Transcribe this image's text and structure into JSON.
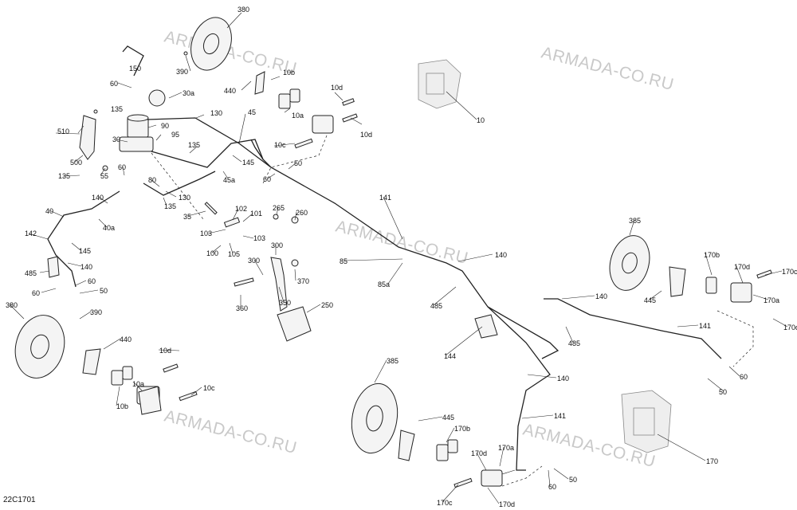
{
  "diagram_code": "22C1701",
  "watermark": "ARMADA-CO.RU",
  "callouts": {
    "c380a": "380",
    "c150": "150",
    "c390a": "390",
    "c60a": "60",
    "c440a": "440",
    "c10b_top": "10b",
    "c30a": "30a",
    "c10d_top1": "10d",
    "c10": "10",
    "c135a": "135",
    "c130a": "130",
    "c10a_top": "10a",
    "c510": "510",
    "c90": "90",
    "c45": "45",
    "c10d_top2": "10d",
    "c30": "30",
    "c95": "95",
    "c135b": "135",
    "c10c_top": "10c",
    "c500": "500",
    "c145a": "145",
    "c50a": "50",
    "c60b": "60",
    "c135c": "135",
    "c55": "55",
    "c60c": "60",
    "c80": "80",
    "c45a": "45a",
    "c140a": "140",
    "c130b": "130",
    "c40": "40",
    "c135d": "135",
    "c141a": "141",
    "c102": "102",
    "c265": "265",
    "c260": "260",
    "c35": "35",
    "c101": "101",
    "c40a": "40a",
    "c142": "142",
    "c103a": "103",
    "c103b": "103",
    "c145b": "145",
    "c300a": "300",
    "c100": "100",
    "c105": "105",
    "c85": "85",
    "c140b": "140",
    "c300b": "300",
    "c385a": "385",
    "c140c": "140",
    "c170b": "170b",
    "c170d_r1": "170d",
    "c170c_r": "170c",
    "c485a": "485",
    "c60d": "60",
    "c370": "370",
    "c85a": "85a",
    "c60e": "60",
    "c50b": "50",
    "c350": "350",
    "c485b": "485",
    "c445a": "445",
    "c140d": "140",
    "c170a_r": "170a",
    "c380b": "380",
    "c360": "360",
    "c250": "250",
    "c390b": "390",
    "c141b": "141",
    "c170d_r2": "170d",
    "c485c": "485",
    "c144": "144",
    "c440b": "440",
    "c10d_bl": "10d",
    "c140e": "140",
    "c60f": "60",
    "c10a_bl": "10a",
    "c10c_bl": "10c",
    "c50c": "50",
    "c10b_bl": "10b",
    "c385b": "385",
    "c141c": "141",
    "c445b": "445",
    "c170b_b": "170b",
    "c170": "170",
    "c170d_b1": "170d",
    "c170a_b": "170a",
    "c60g": "60",
    "c50d": "50",
    "c170c_b": "170c",
    "c170d_b2": "170d"
  }
}
